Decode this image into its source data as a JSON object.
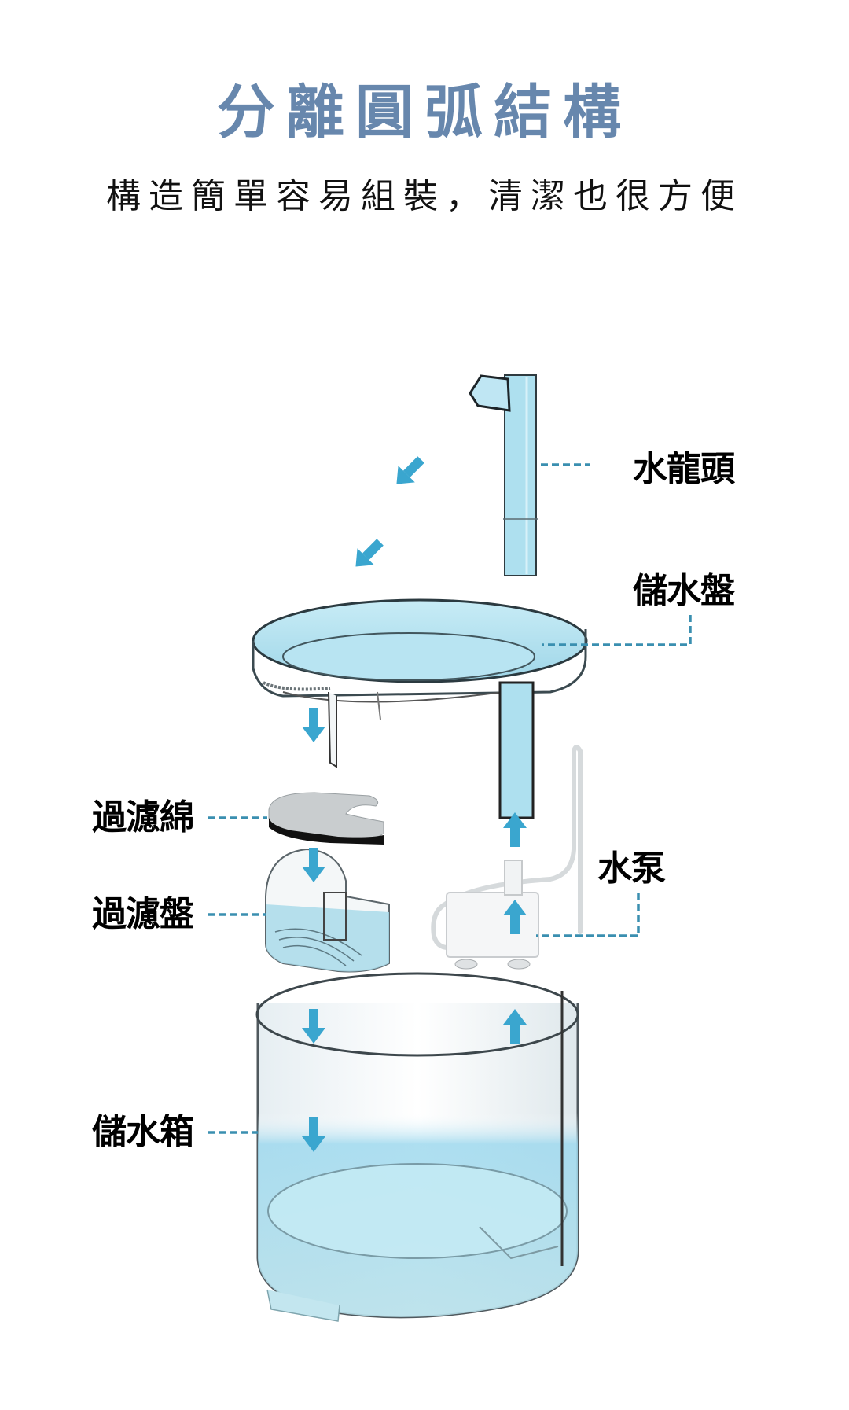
{
  "header": {
    "title": "分離圓弧結構",
    "subtitle": "構造簡單容易組裝，清潔也很方便"
  },
  "diagram": {
    "labels": {
      "faucet": "水龍頭",
      "water_tray": "儲水盤",
      "filter_sponge": "過濾綿",
      "filter_tray": "過濾盤",
      "pump": "水泵",
      "water_tank": "儲水箱"
    },
    "colors": {
      "title": "#6787ad",
      "arrow": "#3aa6cf",
      "leader_line": "#3a8fb0",
      "water": "#aee0ef"
    }
  }
}
